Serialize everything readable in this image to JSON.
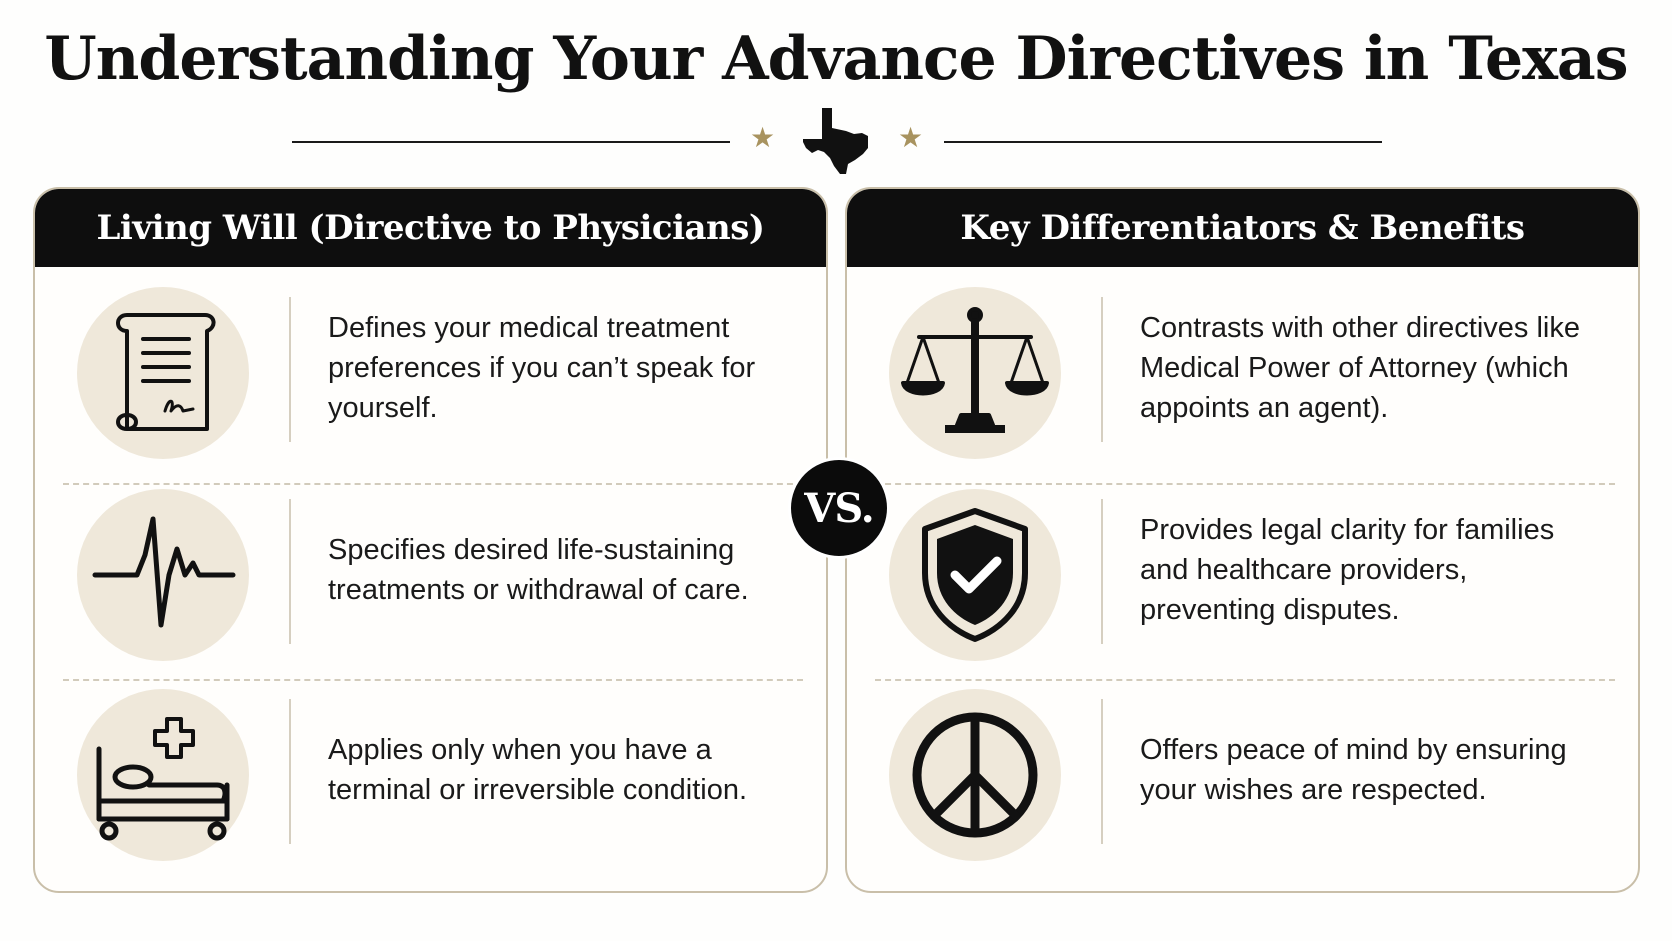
{
  "title": "Understanding Your Advance Directives in Texas",
  "colors": {
    "accent_gold": "#a8935f",
    "header_bg": "#0e0e0e",
    "icon_bg": "#efe8da",
    "border": "#c9bfa9"
  },
  "divider": {
    "left_star": "★",
    "right_star": "★",
    "center_icon": "texas-state-icon"
  },
  "vs_label": "VS.",
  "left_panel": {
    "header": "Living Will (Directive to Physicians)",
    "rows": [
      {
        "icon": "scroll-document-icon",
        "text": "Defines your medical treatment preferences if you can’t speak for yourself."
      },
      {
        "icon": "heartbeat-icon",
        "text": "Specifies desired life-sustaining treatments or withdrawal of care."
      },
      {
        "icon": "hospital-bed-icon",
        "text": "Applies only when you have a terminal or irreversible condition."
      }
    ]
  },
  "right_panel": {
    "header": "Key Differentiators & Benefits",
    "rows": [
      {
        "icon": "scales-of-justice-icon",
        "text": "Contrasts with other directives like Medical Power of Attorney (which appoints an agent)."
      },
      {
        "icon": "shield-check-icon",
        "text": "Provides legal clarity for families and healthcare providers, preventing disputes."
      },
      {
        "icon": "peace-sign-icon",
        "text": "Offers peace of mind by ensuring your wishes are respected."
      }
    ]
  }
}
